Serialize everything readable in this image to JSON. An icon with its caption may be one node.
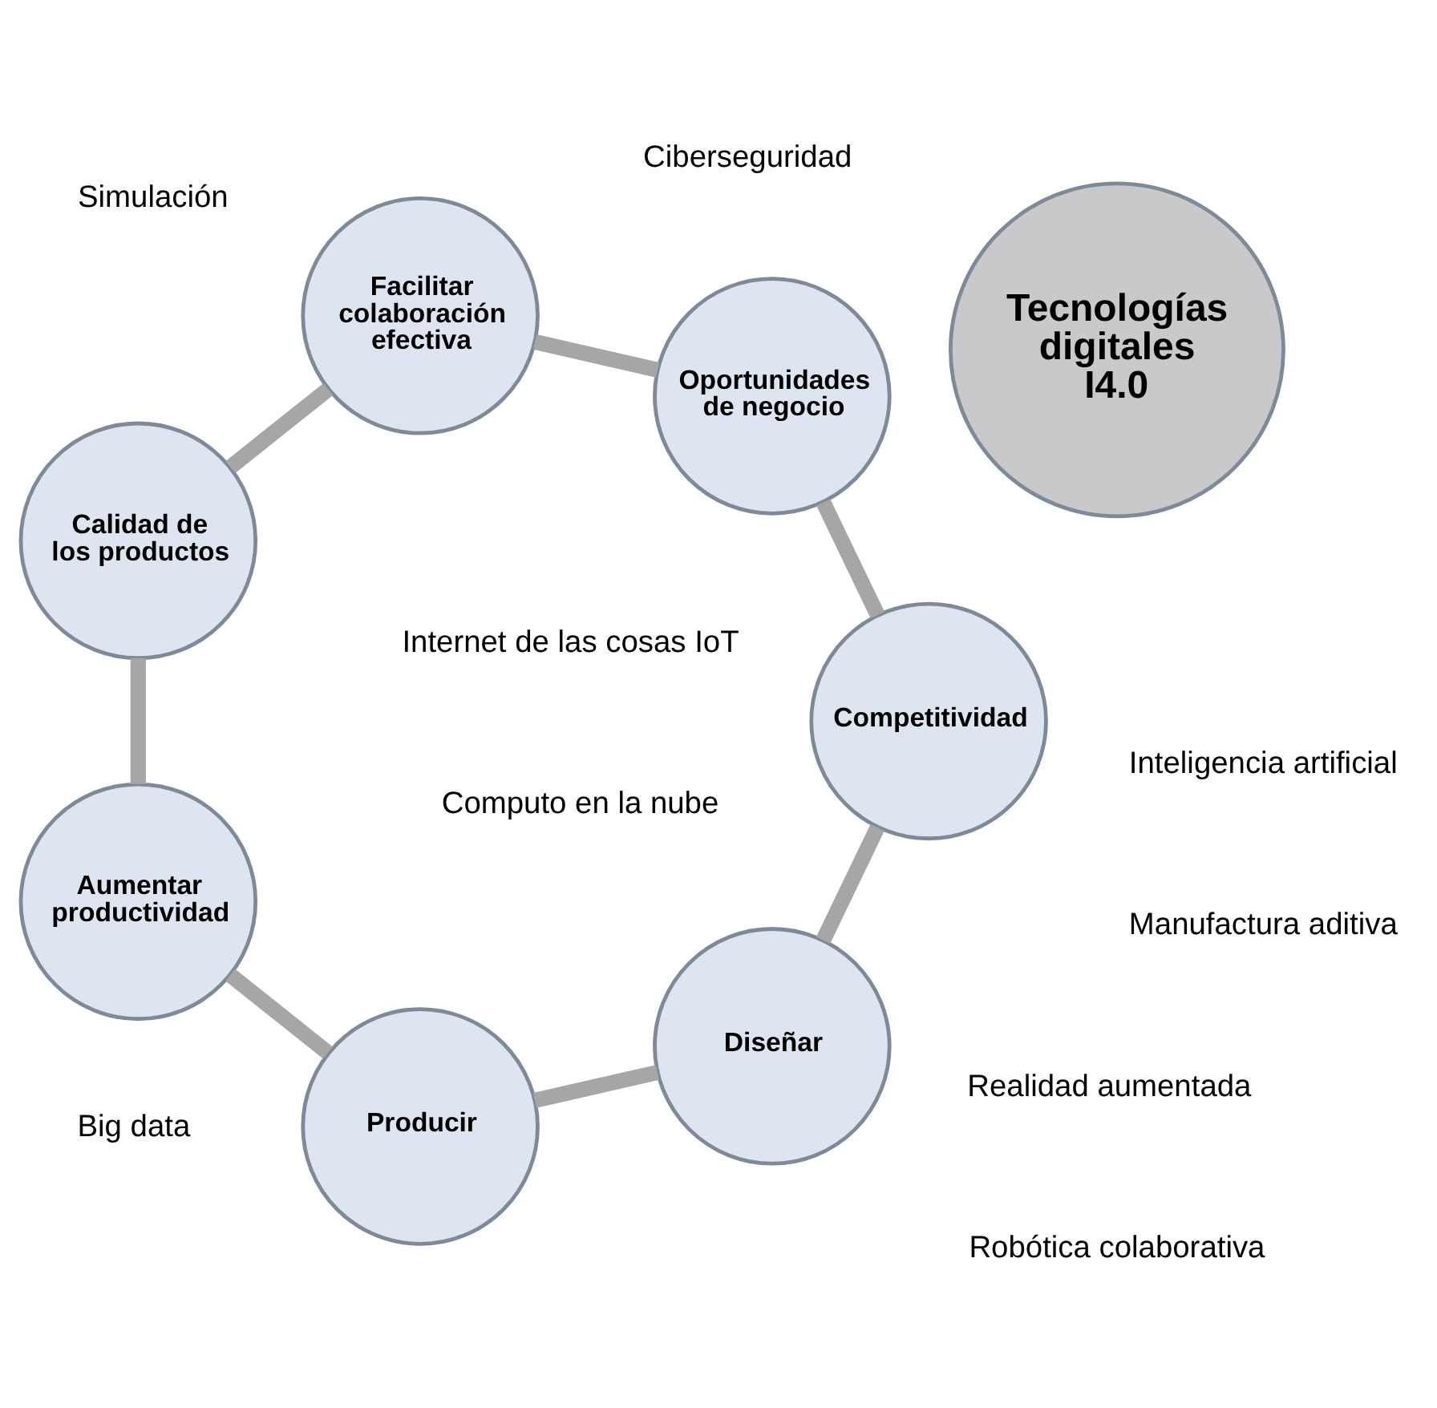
{
  "diagram": {
    "nodes": [
      {
        "text": [
          "Tecnologías digitales",
          "I4.0"
        ]
      },
      {
        "text": [
          "Diseñar"
        ]
      },
      {
        "text": [
          "Producir"
        ]
      },
      {
        "text": [
          "Aumentar productividad"
        ]
      },
      {
        "text": [
          "Calidad de los productos"
        ]
      },
      {
        "text": [
          "Facilitar colaboración efectiva"
        ]
      },
      {
        "text": [
          "Oportunidades de negocio"
        ]
      },
      {
        "text": [
          "Competitividad"
        ]
      }
    ],
    "edges": [
      {
        "from": 1,
        "to": 2,
        "arrow": "none"
      },
      {
        "from": 2,
        "to": 3,
        "arrow": "none"
      },
      {
        "from": 3,
        "to": 4,
        "arrow": "none"
      },
      {
        "from": 4,
        "to": 5,
        "arrow": "none"
      },
      {
        "from": 5,
        "to": 6,
        "arrow": "none"
      },
      {
        "from": 6,
        "to": 7,
        "arrow": "none"
      },
      {
        "from": 7,
        "to": 1,
        "arrow": "none"
      }
    ],
    "labels": [
      "Internet de las cosas IoT",
      "Computo en la nube",
      "Big data",
      "Ciberseguridad",
      "Realidad aumentada",
      "Simulación",
      "Robótica colaborativa",
      "Manufactura aditiva",
      "Inteligencia artificial"
    ]
  }
}
